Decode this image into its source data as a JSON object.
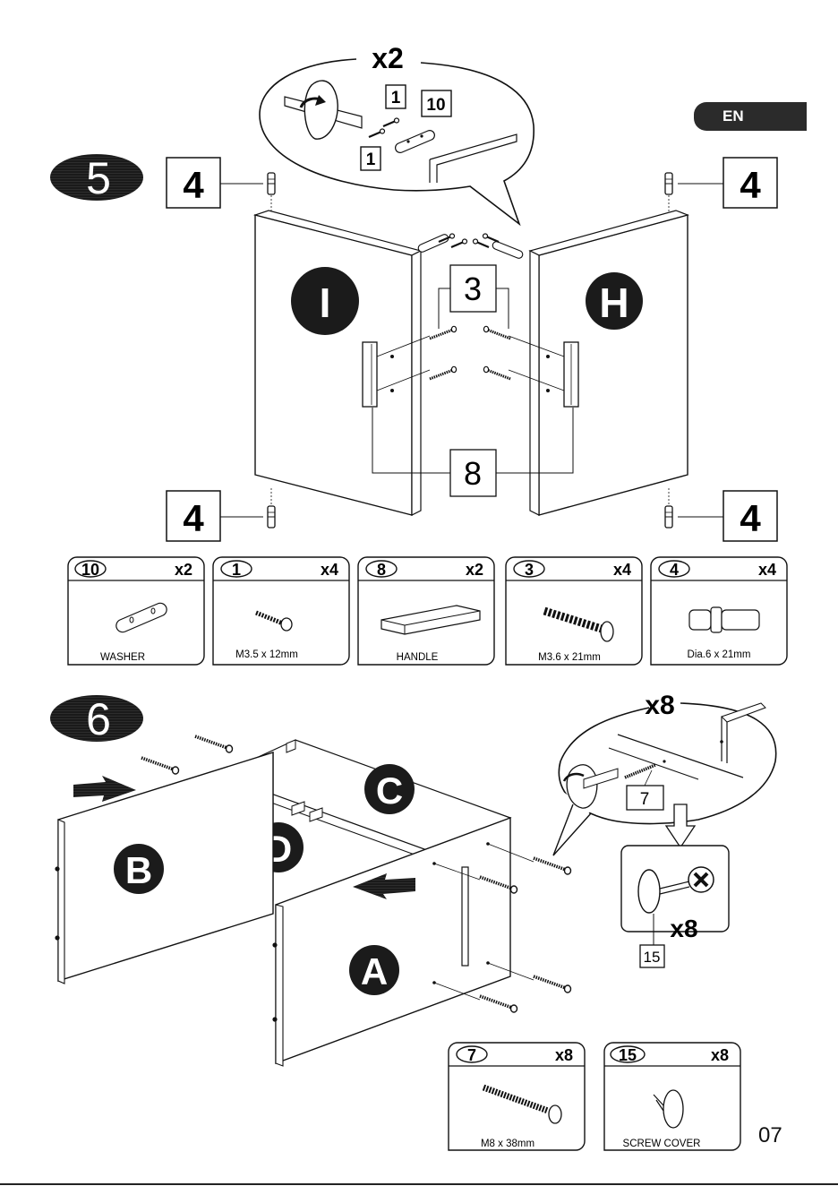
{
  "language_badge": "EN",
  "page_number": "07",
  "step5": {
    "step_number": "5",
    "callout_count": "x2",
    "callout_labels": [
      "1",
      "1",
      "10"
    ],
    "panel_left": "I",
    "panel_right": "H",
    "callout_screw": "3",
    "callout_handle": "8",
    "callout_peg": "4",
    "parts": [
      {
        "id": "10",
        "qty": "x2",
        "desc": "WASHER"
      },
      {
        "id": "1",
        "qty": "x4",
        "desc": "M3.5 x 12mm"
      },
      {
        "id": "8",
        "qty": "x2",
        "desc": "HANDLE"
      },
      {
        "id": "3",
        "qty": "x4",
        "desc": "M3.6 x 21mm"
      },
      {
        "id": "4",
        "qty": "x4",
        "desc": "Dia.6 x 21mm"
      }
    ]
  },
  "step6": {
    "step_number": "6",
    "panels": [
      "B",
      "D",
      "C",
      "A"
    ],
    "zoom_count": "x8",
    "zoom_part": "7",
    "cover_count": "x8",
    "cover_part": "15",
    "parts": [
      {
        "id": "7",
        "qty": "x8",
        "desc": "M8 x 38mm"
      },
      {
        "id": "15",
        "qty": "x8",
        "desc": "SCREW COVER"
      }
    ]
  }
}
